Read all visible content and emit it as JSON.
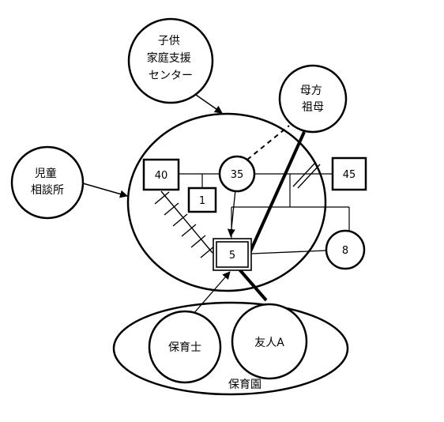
{
  "nodes": {
    "kodomo_katei_shien": {
      "lines": [
        "子供",
        "家庭支援",
        "センター"
      ]
    },
    "bokata_sobo": {
      "lines": [
        "母方",
        "祖母"
      ]
    },
    "jido_sodanjo": {
      "lines": [
        "児童",
        "相談所"
      ]
    },
    "father": {
      "label": "40"
    },
    "mother": {
      "label": "35"
    },
    "ex_partner": {
      "label": "45"
    },
    "sibling_1": {
      "label": "1"
    },
    "client": {
      "label": "5"
    },
    "sibling_8": {
      "label": "8"
    },
    "hoikushi": {
      "label": "保育士"
    },
    "yujin_a": {
      "label": "友人A"
    },
    "hoikuen": {
      "label": "保育園"
    }
  }
}
